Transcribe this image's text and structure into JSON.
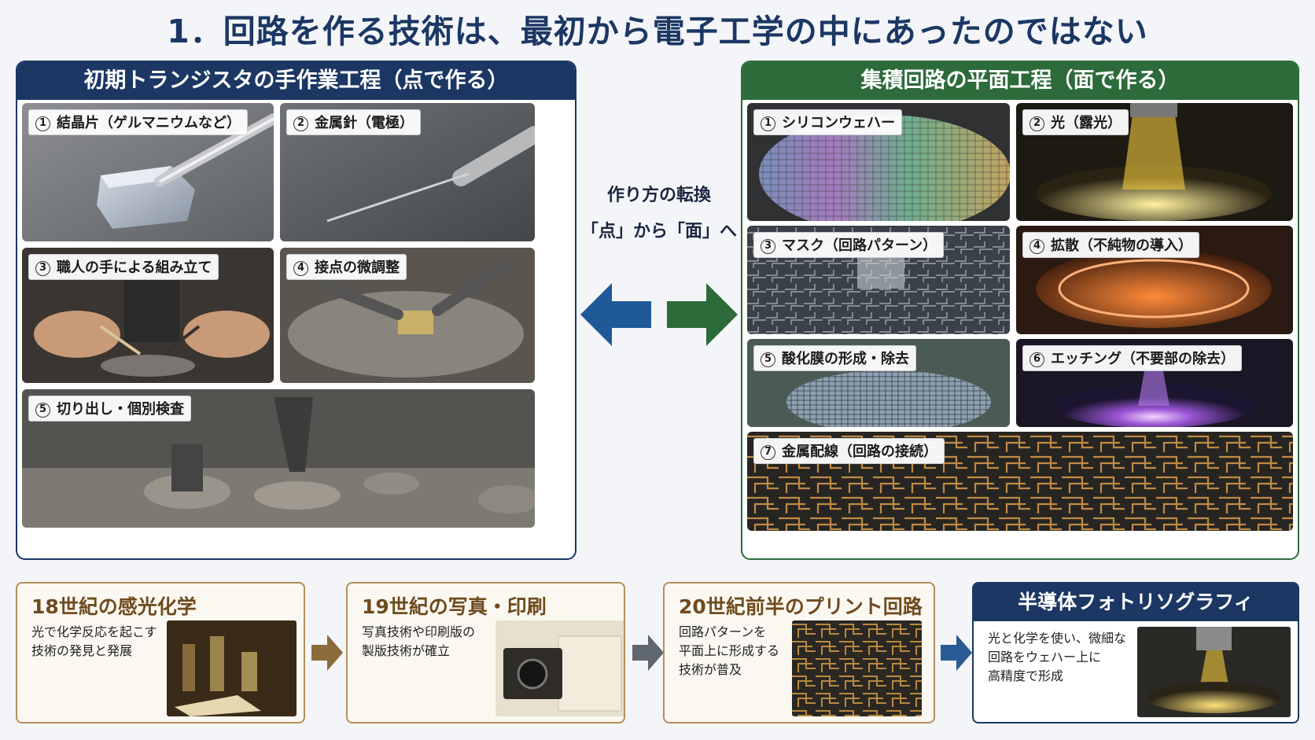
{
  "title": "1．回路を作る技術は、最初から電子工学の中にあったのではない",
  "left_panel": {
    "header": "初期トランジスタの手作業工程（点で作る）",
    "steps": [
      {
        "num": "1",
        "label": "結晶片（ゲルマニウムなど）"
      },
      {
        "num": "2",
        "label": "金属針（電極）"
      },
      {
        "num": "3",
        "label": "職人の手による組み立て"
      },
      {
        "num": "4",
        "label": "接点の微調整"
      },
      {
        "num": "5",
        "label": "切り出し・個別検査"
      }
    ]
  },
  "right_panel": {
    "header": "集積回路の平面工程（面で作る）",
    "steps": [
      {
        "num": "1",
        "label": "シリコンウェハー"
      },
      {
        "num": "2",
        "label": "光（露光）"
      },
      {
        "num": "3",
        "label": "マスク（回路パターン）"
      },
      {
        "num": "4",
        "label": "拡散（不純物の導入）"
      },
      {
        "num": "5",
        "label": "酸化膜の形成・除去"
      },
      {
        "num": "6",
        "label": "エッチング（不要部の除去）"
      },
      {
        "num": "7",
        "label": "金属配線（回路の接続）"
      }
    ]
  },
  "middle": {
    "line1": "作り方の転換",
    "line2": "「点」から「面」へ",
    "arrow_left_color": "#1f5a96",
    "arrow_right_color": "#2d6b3a"
  },
  "history": [
    {
      "title": "18世紀の感光化学",
      "body": "光で化学反応を起こす\n技術の発見と発展"
    },
    {
      "title": "19世紀の写真・印刷",
      "body": "写真技術や印刷版の\n製版技術が確立"
    },
    {
      "title": "20世紀前半のプリント回路",
      "body": "回路パターンを\n平面上に形成する\n技術が普及"
    },
    {
      "title": "半導体フォトリソグラフィ",
      "body": "光と化学を使い、微細な\n回路をウェハー上に\n高精度で形成"
    }
  ],
  "colors": {
    "navy": "#1c3764",
    "green": "#2d6b3a",
    "brown": "#8b6a3b"
  }
}
